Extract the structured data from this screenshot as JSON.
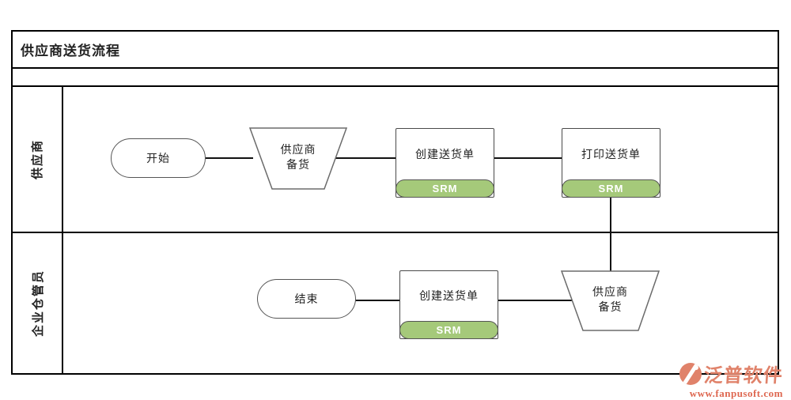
{
  "title": "供应商送货流程",
  "lanes": [
    {
      "label": "供应商"
    },
    {
      "label": "企业仓管员"
    }
  ],
  "nodes": {
    "start": {
      "label": "开始"
    },
    "supplier_prepare_top": {
      "line1": "供应商",
      "line2": "备货"
    },
    "create_delivery_note_top": {
      "label": "创建送货单",
      "badge": "SRM"
    },
    "print_delivery_note": {
      "label": "打印送货单",
      "badge": "SRM"
    },
    "end": {
      "label": "结束"
    },
    "create_delivery_note_bottom": {
      "label": "创建送货单",
      "badge": "SRM"
    },
    "supplier_prepare_bottom": {
      "line1": "供应商",
      "line2": "备货"
    }
  },
  "watermark": {
    "brand": "泛普软件",
    "url": "www.fanpusoft.com"
  },
  "colors": {
    "srm_badge_green": "#a5c97a",
    "connector_line": "#111111",
    "frame_border": "#000000",
    "watermark_brand": "#e0826a",
    "watermark_url": "#de6750"
  }
}
